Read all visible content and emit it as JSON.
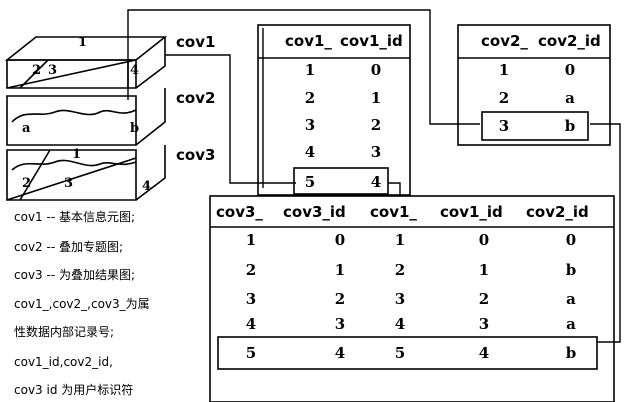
{
  "layers": {
    "cov1": "cov1",
    "cov2": "cov2",
    "cov3": "cov3"
  },
  "block_labels": {
    "top_1": "1",
    "top_2": "2",
    "top_3": "3",
    "top_4": "4",
    "mid_a": "a",
    "mid_b": "b",
    "bot_1": "1",
    "bot_2": "2",
    "bot_3": "3",
    "bot_4": "4"
  },
  "table_cov1": {
    "headers": [
      "cov1_",
      "cov1_id"
    ],
    "rows": [
      [
        "1",
        "0"
      ],
      [
        "2",
        "1"
      ],
      [
        "3",
        "2"
      ],
      [
        "4",
        "3"
      ],
      [
        "5",
        "4"
      ]
    ]
  },
  "table_cov2": {
    "headers": [
      "cov2_",
      "cov2_id"
    ],
    "rows": [
      [
        "1",
        "0"
      ],
      [
        "2",
        "a"
      ],
      [
        "3",
        "b"
      ]
    ]
  },
  "table_cov3": {
    "headers": [
      "cov3_",
      "cov3_id",
      "cov1_",
      "cov1_id",
      "cov2_id"
    ],
    "rows": [
      [
        "1",
        "0",
        "1",
        "0",
        "0"
      ],
      [
        "2",
        "1",
        "2",
        "1",
        "b"
      ],
      [
        "3",
        "2",
        "3",
        "2",
        "a"
      ],
      [
        "4",
        "3",
        "4",
        "3",
        "a"
      ],
      [
        "5",
        "4",
        "5",
        "4",
        "b"
      ]
    ]
  },
  "legend": [
    "cov1 -- 基本信息元图;",
    "cov2 -- 叠加专题图;",
    "cov3 -- 为叠加结果图;",
    "cov1_,cov2_,cov3_为属",
    "性数据内部记录号;",
    "cov1_id,cov2_id,",
    "cov3  id 为用户标识符"
  ]
}
